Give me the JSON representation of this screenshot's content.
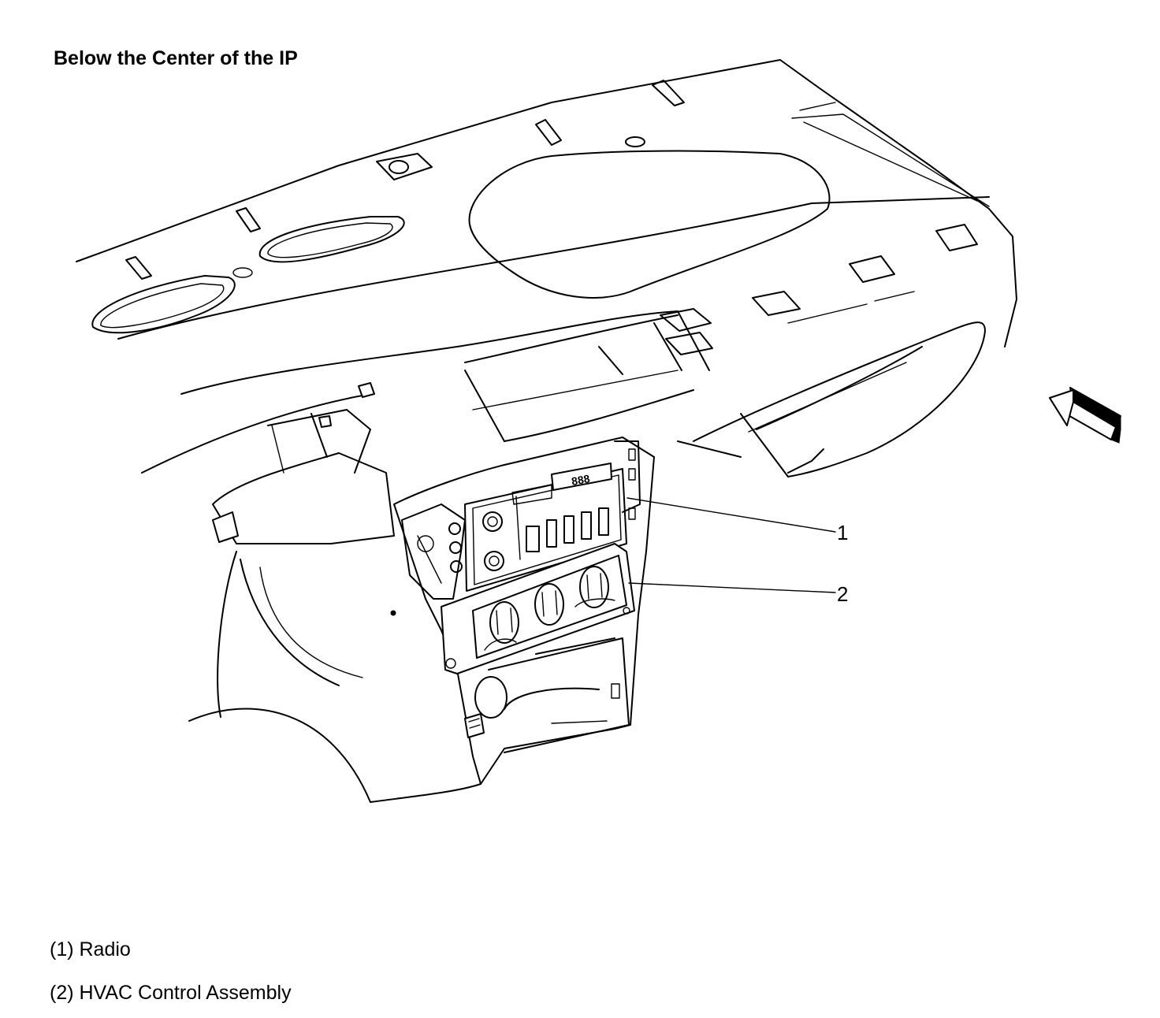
{
  "title": "Below the Center of the IP",
  "callouts": [
    {
      "number": "1",
      "label": "Radio"
    },
    {
      "number": "2",
      "label": "HVAC Control Assembly"
    }
  ],
  "legend": [
    "(1) Radio",
    "(2) HVAC Control Assembly"
  ],
  "radio_display_text": "888",
  "icons": [
    "view-direction-arrow-icon"
  ],
  "colors": {
    "line": "#000000",
    "background": "#ffffff"
  }
}
